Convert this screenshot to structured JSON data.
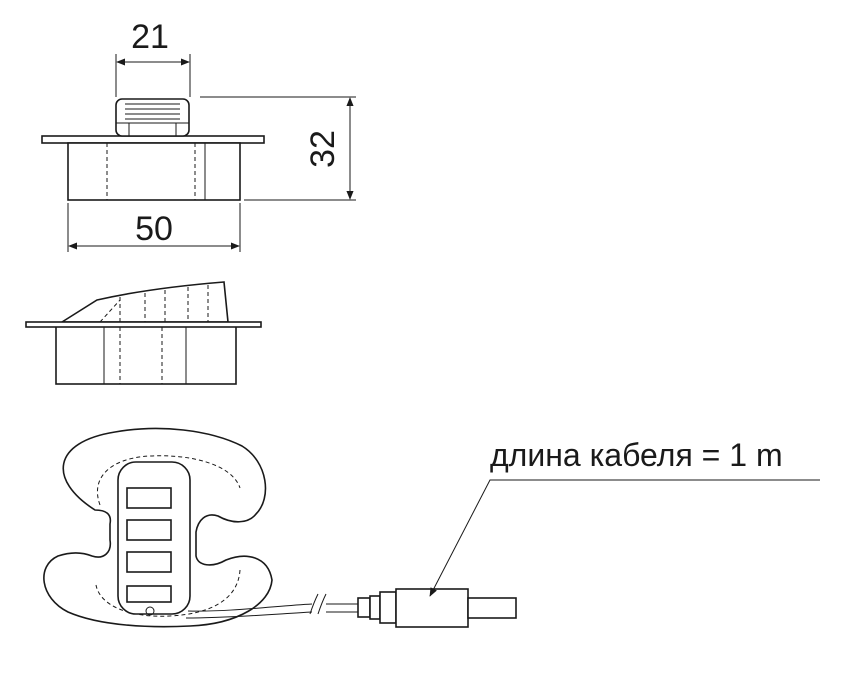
{
  "dimensions": {
    "top_width": "21",
    "height": "32",
    "base_width": "50"
  },
  "callout": {
    "cable_length": "длина кабеля = 1 m"
  }
}
